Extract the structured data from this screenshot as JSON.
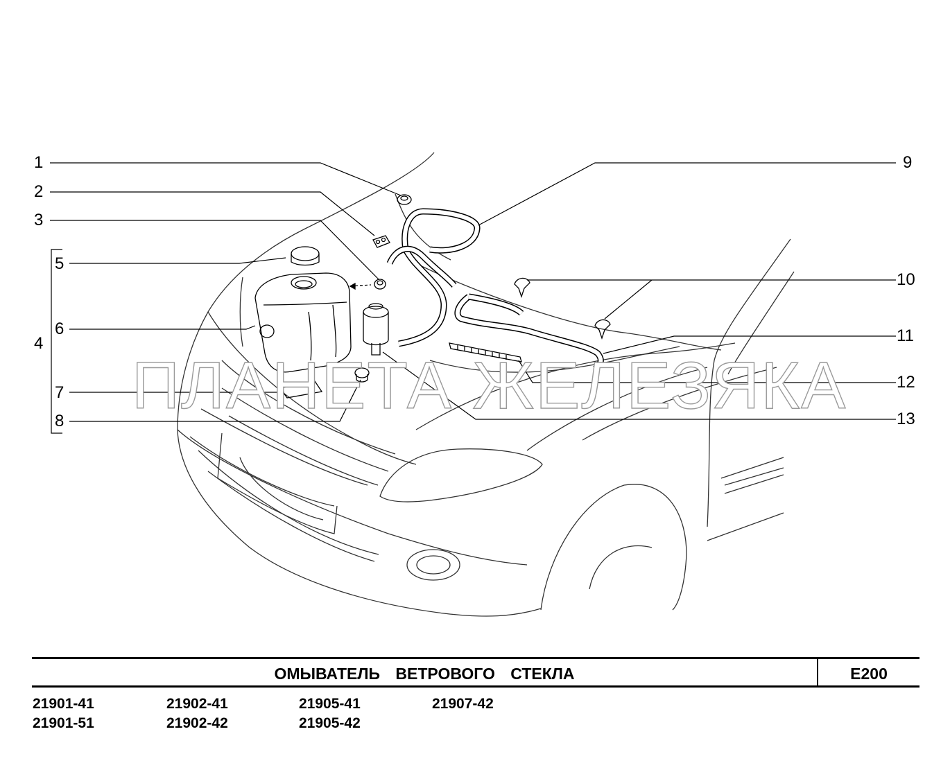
{
  "diagram": {
    "callouts": [
      "1",
      "2",
      "3",
      "4",
      "5",
      "6",
      "7",
      "8",
      "9",
      "10",
      "11",
      "12",
      "13"
    ],
    "watermark": "ПЛАНЕТА ЖЕЛЕЗЯКА"
  },
  "title_block": {
    "title": "ОМЫВАТЕЛЬ ВЕТРОВОГО СТЕКЛА",
    "code": "E200"
  },
  "models": [
    [
      "21901-41",
      "21901-51"
    ],
    [
      "21902-41",
      "21902-42"
    ],
    [
      "21905-41",
      "21905-42"
    ],
    [
      "21907-42"
    ]
  ]
}
